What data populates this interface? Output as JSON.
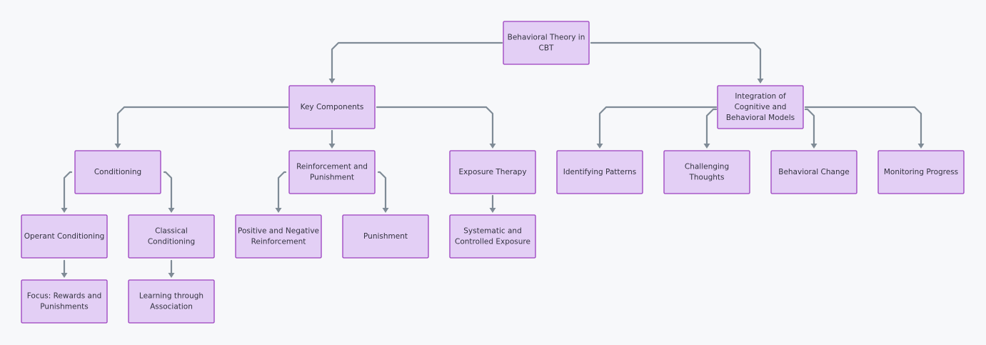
{
  "diagram": {
    "type": "flowchart",
    "direction": "top-down",
    "colors": {
      "background": "#f7f8fa",
      "node_fill": "#e3cff5",
      "node_border": "#9b3fbf",
      "edge": "#7f8b96",
      "text": "#333340"
    },
    "nodes": [
      {
        "id": "root",
        "lines": [
          "Behavioral Theory in",
          "CBT"
        ]
      },
      {
        "id": "key",
        "lines": [
          "Key Components"
        ]
      },
      {
        "id": "integ",
        "lines": [
          "Integration of",
          "Cognitive and",
          "Behavioral Models"
        ]
      },
      {
        "id": "cond",
        "lines": [
          "Conditioning"
        ]
      },
      {
        "id": "reinf",
        "lines": [
          "Reinforcement and",
          "Punishment"
        ]
      },
      {
        "id": "expo",
        "lines": [
          "Exposure Therapy"
        ]
      },
      {
        "id": "ident",
        "lines": [
          "Identifying Patterns"
        ]
      },
      {
        "id": "chall",
        "lines": [
          "Challenging",
          "Thoughts"
        ]
      },
      {
        "id": "behav",
        "lines": [
          "Behavioral Change"
        ]
      },
      {
        "id": "monit",
        "lines": [
          "Monitoring Progress"
        ]
      },
      {
        "id": "oper",
        "lines": [
          "Operant Conditioning"
        ]
      },
      {
        "id": "class",
        "lines": [
          "Classical",
          "Conditioning"
        ]
      },
      {
        "id": "posneg",
        "lines": [
          "Positive and Negative",
          "Reinforcement"
        ]
      },
      {
        "id": "pun",
        "lines": [
          "Punishment"
        ]
      },
      {
        "id": "sysexp",
        "lines": [
          "Systematic and",
          "Controlled Exposure"
        ]
      },
      {
        "id": "focus",
        "lines": [
          "Focus: Rewards and",
          "Punishments"
        ]
      },
      {
        "id": "learn",
        "lines": [
          "Learning through",
          "Association"
        ]
      }
    ],
    "edges": [
      {
        "from": "root",
        "to": "key"
      },
      {
        "from": "root",
        "to": "integ"
      },
      {
        "from": "key",
        "to": "cond"
      },
      {
        "from": "key",
        "to": "reinf"
      },
      {
        "from": "key",
        "to": "expo"
      },
      {
        "from": "integ",
        "to": "ident"
      },
      {
        "from": "integ",
        "to": "chall"
      },
      {
        "from": "integ",
        "to": "behav"
      },
      {
        "from": "integ",
        "to": "monit"
      },
      {
        "from": "cond",
        "to": "oper"
      },
      {
        "from": "cond",
        "to": "class"
      },
      {
        "from": "reinf",
        "to": "posneg"
      },
      {
        "from": "reinf",
        "to": "pun"
      },
      {
        "from": "expo",
        "to": "sysexp"
      },
      {
        "from": "oper",
        "to": "focus"
      },
      {
        "from": "class",
        "to": "learn"
      }
    ]
  }
}
